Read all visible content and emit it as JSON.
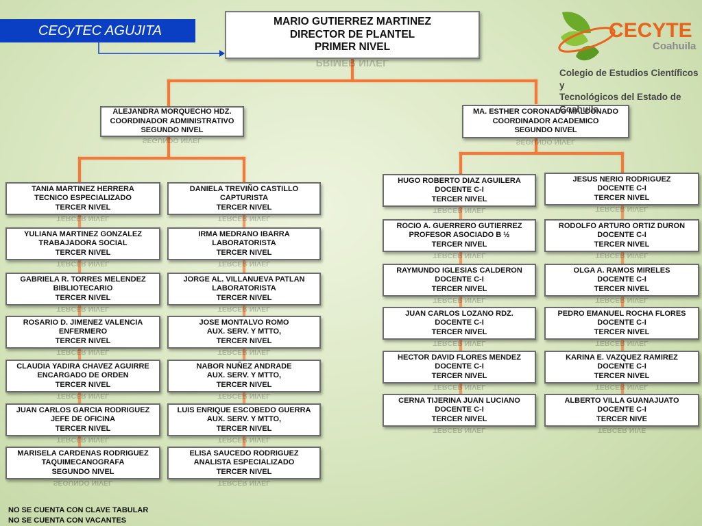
{
  "header": {
    "banner": "CECyTEC AGUJITA"
  },
  "logo": {
    "name": "CECYTE",
    "state": "Coahuila",
    "subtitle_line1": "Colegio de Estudios Científicos y",
    "subtitle_line2": "Tecnológicos del Estado de Coahuila"
  },
  "director": [
    "MARIO GUTIERREZ MARTINEZ",
    "DIRECTOR DE PLANTEL",
    "PRIMER NIVEL"
  ],
  "coordinators": [
    [
      "ALEJANDRA MORQUECHO HDZ.",
      "COORDINADOR ADMINISTRATIVO",
      "SEGUNDO NIVEL"
    ],
    [
      "MA. ESTHER CORONADO MALDONADO",
      "COORDINADOR ACADEMICO",
      "SEGUNDO NIVEL"
    ]
  ],
  "admin_col1": [
    [
      "TANIA MARTINEZ HERRERA",
      "TECNICO ESPECIALIZADO",
      "TERCER NIVEL"
    ],
    [
      "YULIANA MARTINEZ GONZALEZ",
      "TRABAJADORA SOCIAL",
      "TERCER NIVEL"
    ],
    [
      "GABRIELA R.  TORRES MELENDEZ",
      "BIBLIOTECARIO",
      "TERCER NIVEL"
    ],
    [
      "ROSARIO D. JIMENEZ VALENCIA",
      "ENFERMERO",
      "TERCER NIVEL"
    ],
    [
      "CLAUDIA YADIRA CHAVEZ AGUIRRE",
      "ENCARGADO DE ORDEN",
      "TERCER NIVEL"
    ],
    [
      "JUAN CARLOS GARCIA RODRIGUEZ",
      "JEFE DE OFICINA",
      "TERCER NIVEL"
    ],
    [
      "MARISELA CARDENAS RODRIGUEZ",
      "TAQUIMECANOGRAFA",
      "SEGUNDO NIVEL"
    ]
  ],
  "admin_col2": [
    [
      "DANIELA TREVIÑO CASTILLO",
      "CAPTURISTA",
      "TERCER NIVEL"
    ],
    [
      "IRMA MEDRANO IBARRA",
      "LABORATORISTA",
      "TERCER NIVEL"
    ],
    [
      "JORGE AL. VILLANUEVA PATLAN",
      "LABORATORISTA",
      "TERCER NIVEL"
    ],
    [
      "JOSE MONTALVO ROMO",
      "AUX. SERV. Y MTTO,",
      "TERCER NIVEL"
    ],
    [
      "NABOR NUÑEZ ANDRADE",
      "AUX. SERV. Y MTTO,",
      "TERCER NIVEL"
    ],
    [
      "LUIS ENRIQUE ESCOBEDO GUERRA",
      "AUX. SERV. Y MTTO,",
      "TERCER NIVEL"
    ],
    [
      "ELISA SAUCEDO RODRIGUEZ",
      "ANALISTA ESPECIALIZADO",
      "TERCER NIVEL"
    ]
  ],
  "acad_col1": [
    [
      "HUGO ROBERTO DIAZ AGUILERA",
      "DOCENTE C-I",
      "TERCER NIVEL"
    ],
    [
      "ROCIO A. GUERRERO GUTIERREZ",
      "PROFESOR ASOCIADO B ½",
      "TERCER NIVEL"
    ],
    [
      "RAYMUNDO  IGLESIAS CALDERON",
      "DOCENTE C-I",
      "TERCER NIVEL"
    ],
    [
      "JUAN CARLOS LOZANO  RDZ.",
      "DOCENTE C-I",
      "TERCER NIVEL"
    ],
    [
      "HECTOR DAVID FLORES MENDEZ",
      "DOCENTE C-I",
      "TERCER NIVEL"
    ],
    [
      "CERNA TIJERINA JUAN LUCIANO",
      "DOCENTE C-I",
      "TERCER NIVEL"
    ]
  ],
  "acad_col2": [
    [
      "JESUS NERIO RODRIGUEZ",
      "DOCENTE C-I",
      "TERCER NIVEL"
    ],
    [
      "RODOLFO ARTURO ORTIZ DURON",
      "DOCENTE C-I",
      "TERCER NIVEL"
    ],
    [
      "OLGA A. RAMOS MIRELES",
      "DOCENTE C-I",
      "TERCER NIVEL"
    ],
    [
      "PEDRO EMANUEL ROCHA FLORES",
      "DOCENTE C-I",
      "TERCER NIVEL"
    ],
    [
      "KARINA E. VAZQUEZ RAMIREZ",
      "DOCENTE C-I",
      "TERCER NIVEL"
    ],
    [
      "ALBERTO VILLA GUANAJUATO",
      "DOCENTE C-I",
      "TERCER NIVE"
    ]
  ],
  "footer": [
    "NO SE CUENTA CON CLAVE TABULAR",
    "NO SE CUENTA CON VACANTES"
  ],
  "colors": {
    "connector": "#ef7a3a",
    "banner": "#0a3fc4",
    "logo_orange": "#e8641d",
    "logo_green": "#6cab2a"
  }
}
